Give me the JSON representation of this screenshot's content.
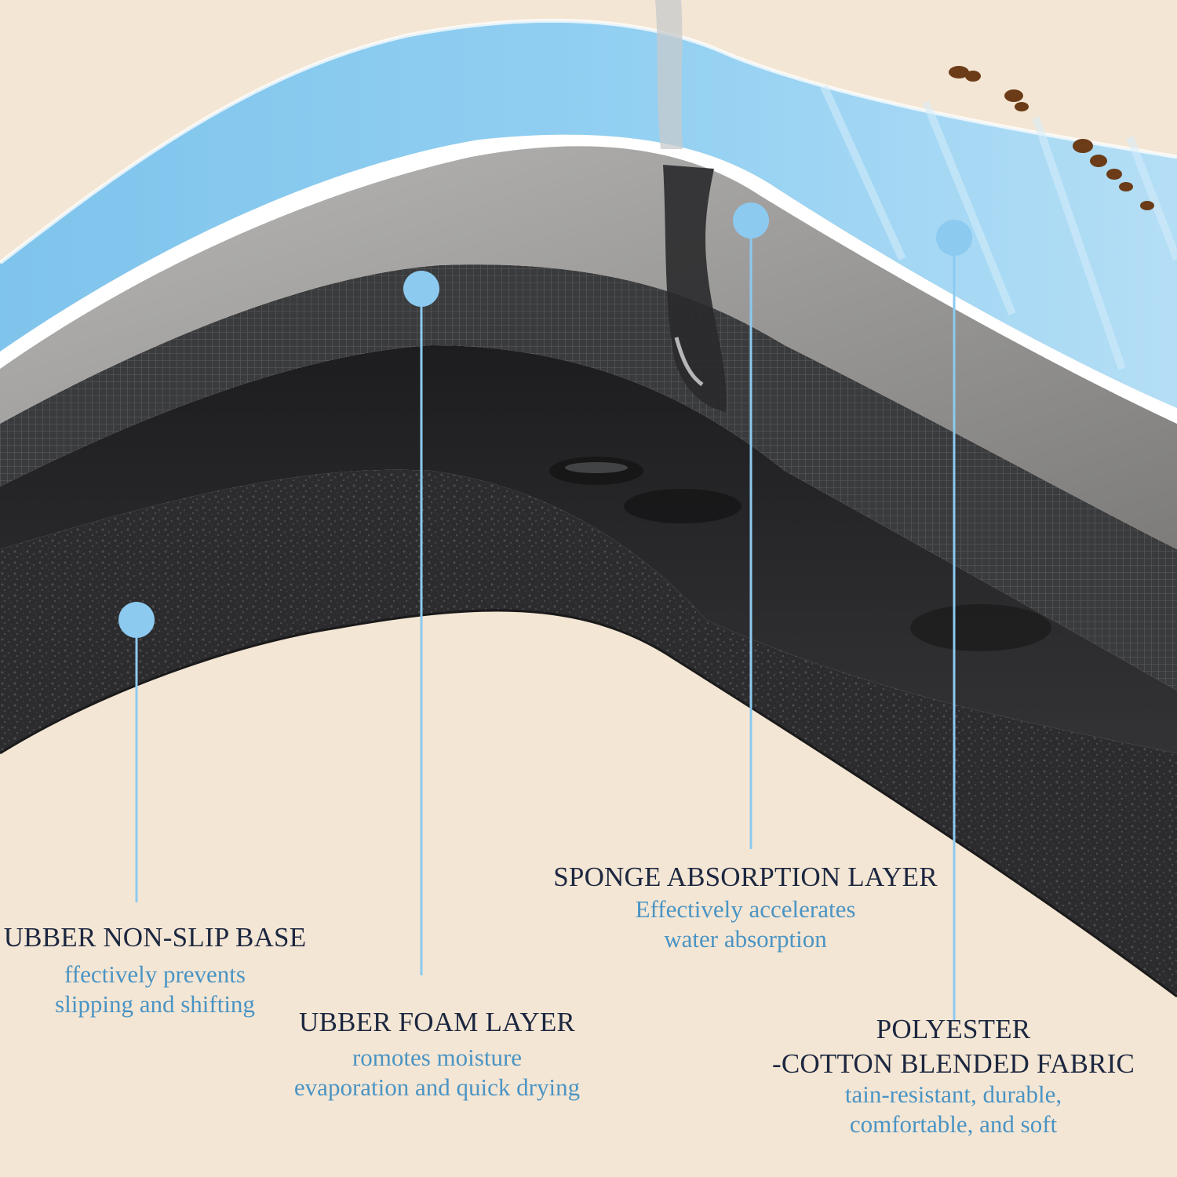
{
  "colors": {
    "background": "#f4e6d4",
    "fabric": "#8dcdf1",
    "callout": "#8ccaf0",
    "title_text": "#1c2740",
    "desc_text": "#4a94c4"
  },
  "layers": [
    {
      "id": "base",
      "title_lines": [
        "UBBER NON-SLIP BASE"
      ],
      "desc_lines": [
        "ffectively prevents",
        "slipping and shifting"
      ]
    },
    {
      "id": "foam",
      "title_lines": [
        "UBBER FOAM LAYER"
      ],
      "desc_lines": [
        "romotes moisture",
        "evaporation and quick drying"
      ]
    },
    {
      "id": "sponge",
      "title_lines": [
        "SPONGE ABSORPTION LAYER"
      ],
      "desc_lines": [
        "Effectively accelerates",
        "water absorption"
      ]
    },
    {
      "id": "fabric",
      "title_lines": [
        "POLYESTER",
        "-COTTON BLENDED FABRIC"
      ],
      "desc_lines": [
        "tain-resistant, durable,",
        "comfortable, and soft"
      ]
    }
  ]
}
